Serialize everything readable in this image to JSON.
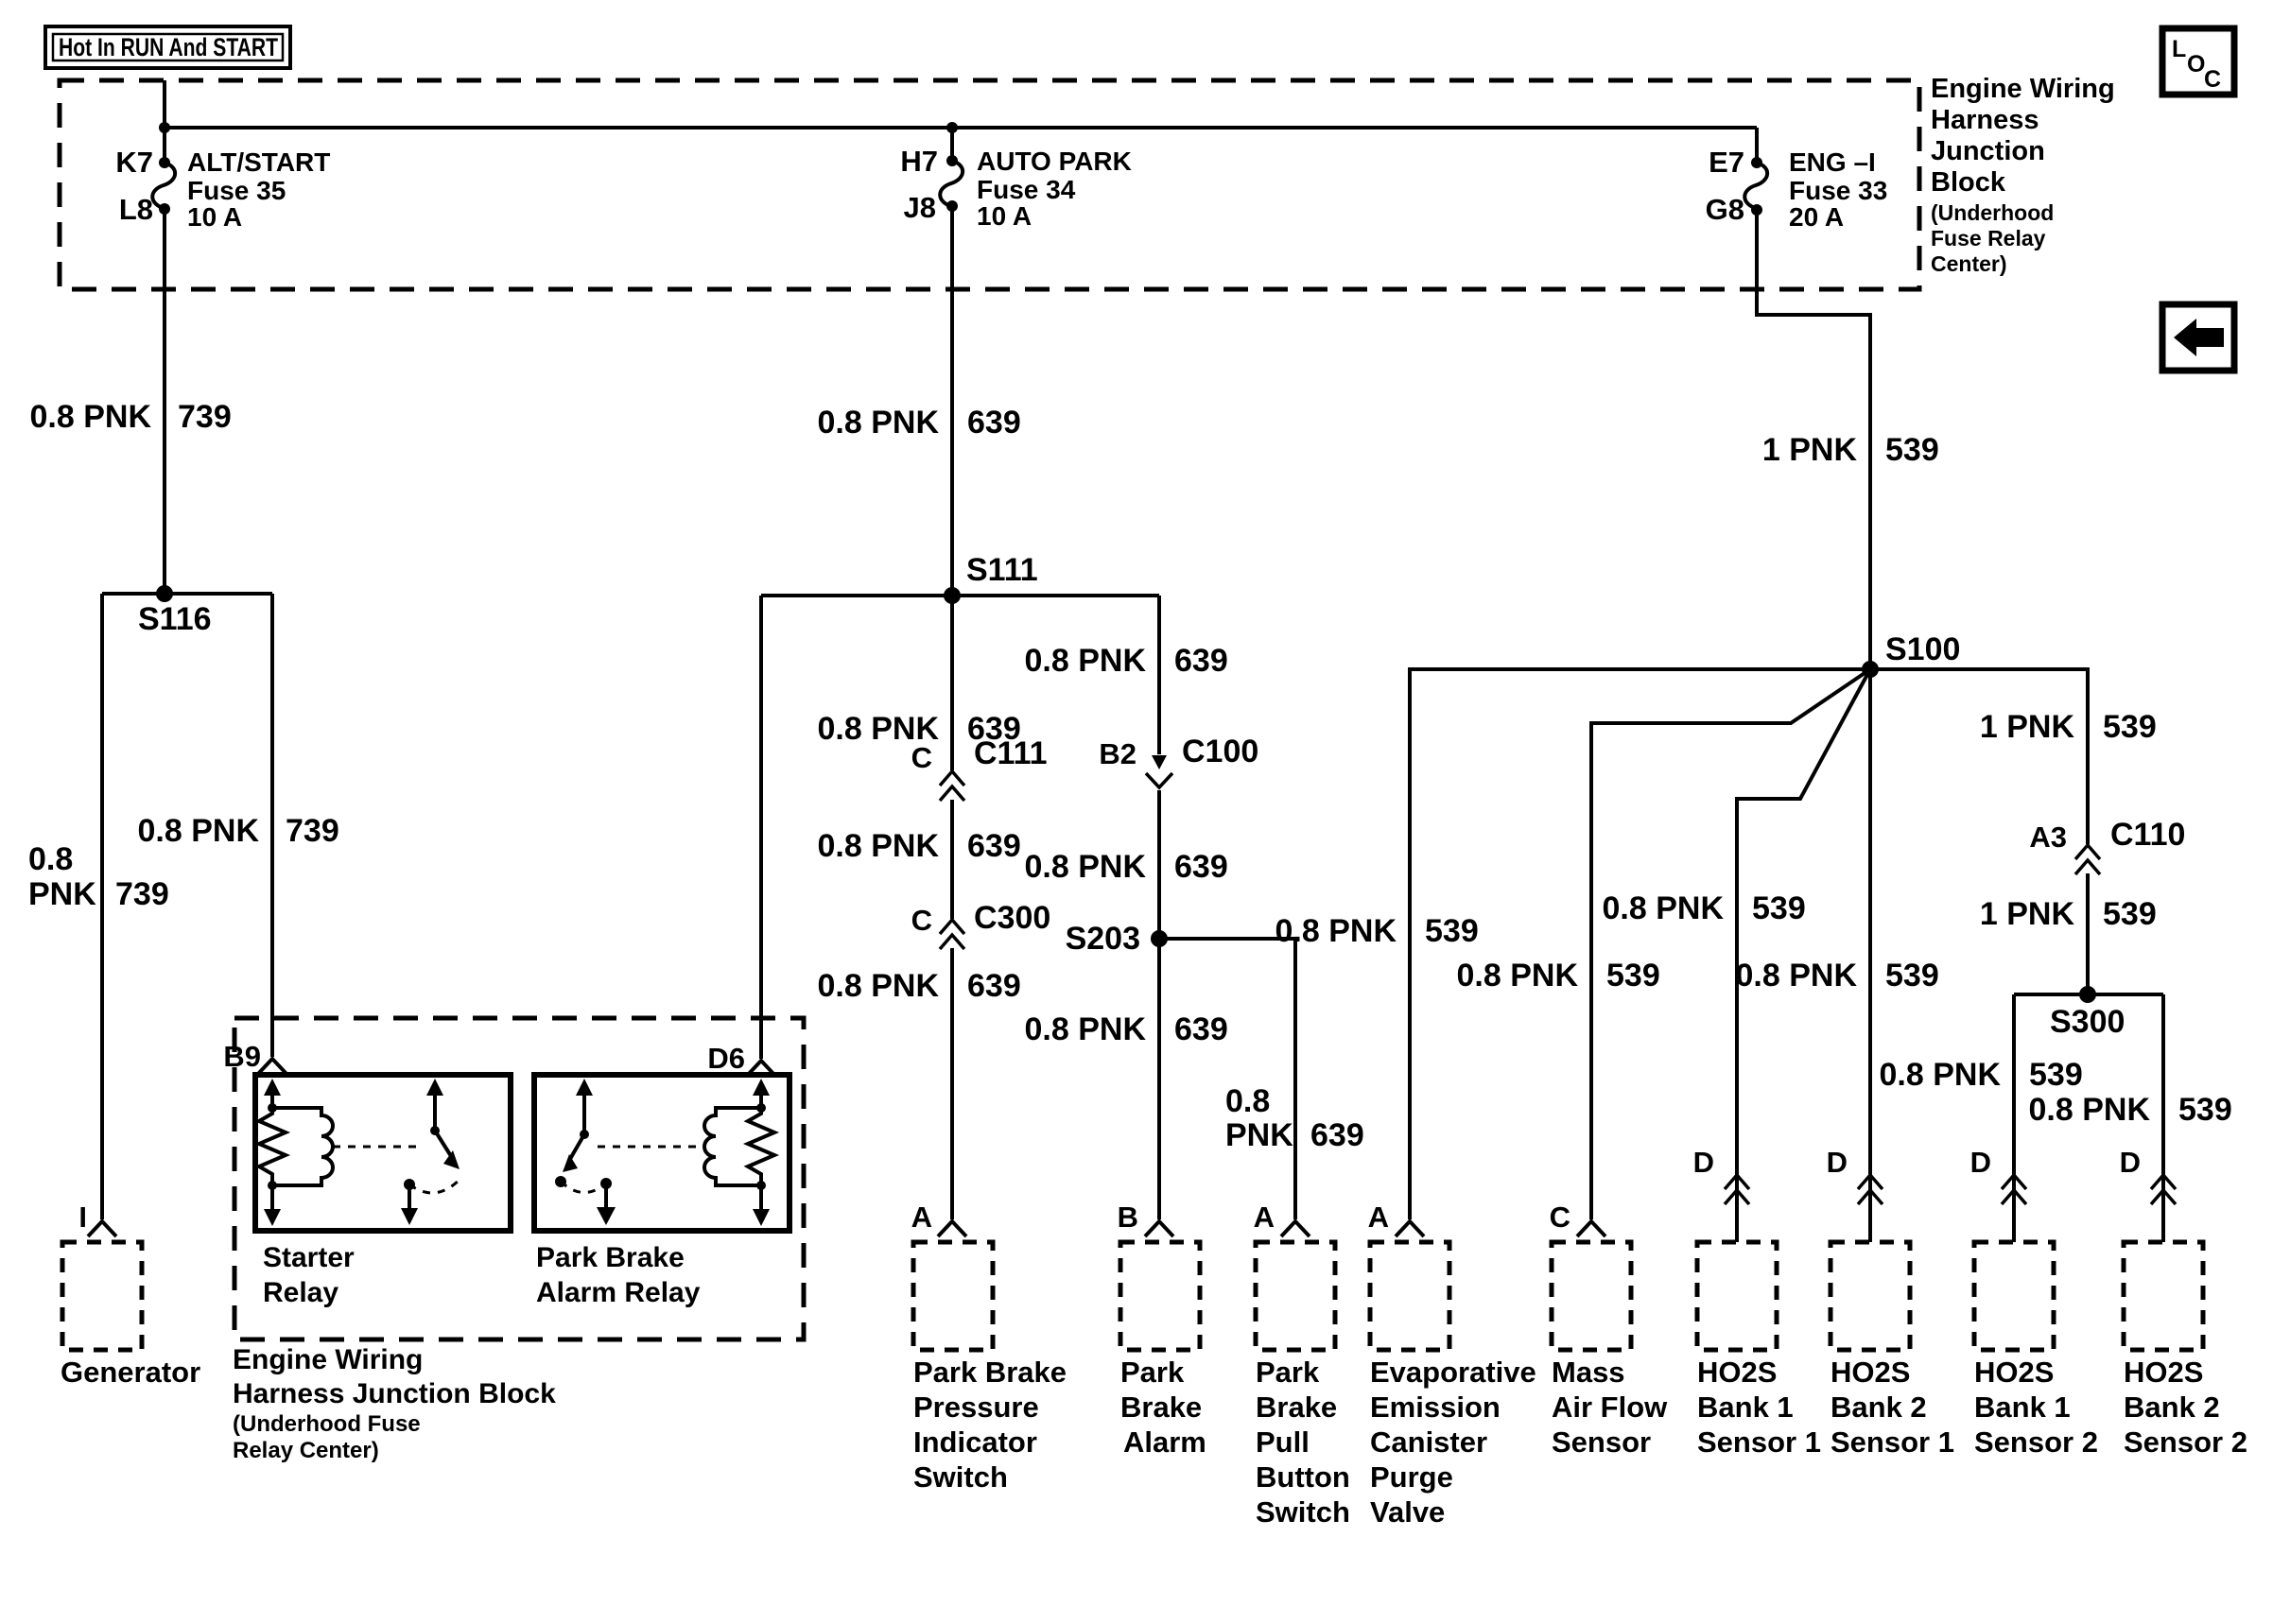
{
  "header": {
    "hot_label": "Hot In RUN And START"
  },
  "loc": {
    "l": "L",
    "o": "O",
    "c": "C"
  },
  "junction_block_top": {
    "title_lines": [
      "Engine Wiring",
      "Harness",
      "Junction",
      "Block"
    ],
    "subtitle_lines": [
      "(Underhood",
      "Fuse Relay",
      "Center)"
    ]
  },
  "fuses": [
    {
      "pin_top": "K7",
      "pin_bottom": "L8",
      "name": "ALT/START",
      "id": "Fuse 35",
      "rating": "10 A"
    },
    {
      "pin_top": "H7",
      "pin_bottom": "J8",
      "name": "AUTO PARK",
      "id": "Fuse 34",
      "rating": "10 A"
    },
    {
      "pin_top": "E7",
      "pin_bottom": "G8",
      "name": "ENG –I",
      "id": "Fuse 33",
      "rating": "20 A"
    }
  ],
  "splices": {
    "s116": "S116",
    "s111": "S111",
    "s203": "S203",
    "s100": "S100",
    "s300": "S300"
  },
  "connectors": {
    "c111": {
      "pin": "C",
      "name": "C111"
    },
    "c300": {
      "pin": "C",
      "name": "C300"
    },
    "c100": {
      "pin": "B2",
      "name": "C100"
    },
    "c110": {
      "pin": "A3",
      "name": "C110"
    }
  },
  "wire_labels": [
    {
      "spec": "0.8 PNK",
      "circuit": "739"
    },
    {
      "gauge": "0.8",
      "color": "PNK",
      "circuit": "739"
    },
    {
      "spec": "0.8 PNK",
      "circuit": "739"
    },
    {
      "spec": "0.8 PNK",
      "circuit": "639"
    },
    {
      "spec": "0.8 PNK",
      "circuit": "639"
    },
    {
      "spec": "0.8 PNK",
      "circuit": "639"
    },
    {
      "spec": "0.8 PNK",
      "circuit": "639"
    },
    {
      "spec": "0.8 PNK",
      "circuit": "639"
    },
    {
      "spec": "0.8 PNK",
      "circuit": "639"
    },
    {
      "spec": "0.8 PNK",
      "circuit": "639"
    },
    {
      "gauge": "0.8",
      "color": "PNK",
      "circuit": "639"
    },
    {
      "spec": "0.8 PNK",
      "circuit": "539"
    },
    {
      "spec": "0.8 PNK",
      "circuit": "539"
    },
    {
      "spec": "0.8 PNK",
      "circuit": "539"
    },
    {
      "spec": "0.8 PNK",
      "circuit": "539"
    },
    {
      "spec": "1 PNK",
      "circuit": "539"
    },
    {
      "spec": "1 PNK",
      "circuit": "539"
    },
    {
      "spec": "1 PNK",
      "circuit": "539"
    },
    {
      "spec": "0.8 PNK",
      "circuit": "539"
    },
    {
      "spec": "0.8 PNK",
      "circuit": "539"
    }
  ],
  "junction_block_bottom": {
    "pin_b9": "B9",
    "pin_d6": "D6",
    "starter_relay_lines": [
      "Starter",
      "Relay"
    ],
    "park_brake_relay_lines": [
      "Park Brake",
      "Alarm Relay"
    ],
    "title_lines": [
      "Engine Wiring",
      "Harness Junction Block"
    ],
    "subtitle_lines": [
      "(Underhood Fuse",
      "Relay Center)"
    ]
  },
  "components": [
    {
      "terminal": "I",
      "lines": [
        "Generator"
      ]
    },
    {
      "terminal": "A",
      "lines": [
        "Park Brake",
        "Pressure",
        "Indicator",
        "Switch"
      ]
    },
    {
      "terminal": "B",
      "lines": [
        "Park",
        "Brake",
        "Alarm"
      ]
    },
    {
      "terminal": "A",
      "lines": [
        "Park",
        "Brake",
        "Pull",
        "Button",
        "Switch"
      ]
    },
    {
      "terminal": "A",
      "lines": [
        "Evaporative",
        "Emission",
        "Canister",
        "Purge",
        "Valve"
      ]
    },
    {
      "terminal": "C",
      "lines": [
        "Mass",
        "Air Flow",
        "Sensor"
      ]
    },
    {
      "terminal": "D",
      "lines": [
        "HO2S",
        "Bank 1",
        "Sensor 1"
      ]
    },
    {
      "terminal": "D",
      "lines": [
        "HO2S",
        "Bank 2",
        "Sensor 1"
      ]
    },
    {
      "terminal": "D",
      "lines": [
        "HO2S",
        "Bank 1",
        "Sensor 2"
      ]
    },
    {
      "terminal": "D",
      "lines": [
        "HO2S",
        "Bank 2",
        "Sensor 2"
      ]
    }
  ]
}
